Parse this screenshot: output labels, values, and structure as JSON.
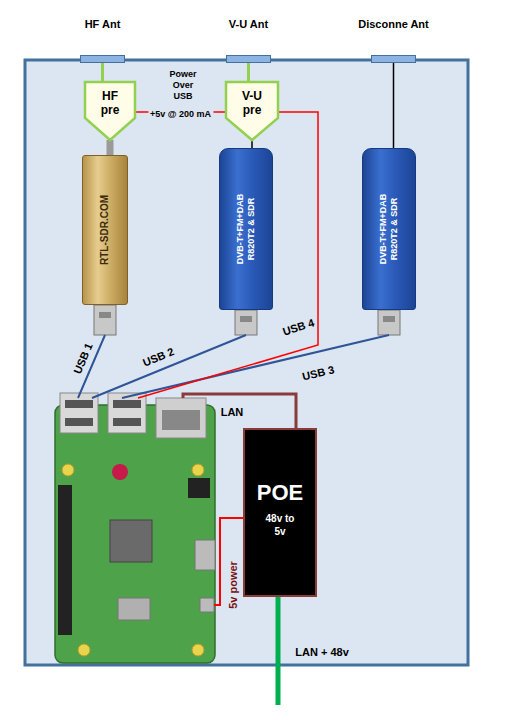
{
  "diagram": {
    "nodes": [
      {
        "text": [
          "HF Ant"
        ]
      },
      {
        "text": [
          "V-U Ant"
        ]
      },
      {
        "text": [
          "Disconne Ant"
        ]
      },
      {
        "text": [
          "HF pre"
        ]
      },
      {
        "text": [
          "V-U pre"
        ]
      },
      {
        "text": [
          "RTL-SDR.COM"
        ]
      },
      {
        "text": [
          "DVB-T+FM+DAB",
          "R820T2 & SDR"
        ]
      },
      {
        "text": [
          "DVB-T+FM+DAB",
          "R820T2 & SDR"
        ]
      },
      {
        "text": [
          "POE",
          "48v to 5v"
        ]
      }
    ],
    "edges": [
      {
        "from": 0,
        "to": 3,
        "arrow": "none"
      },
      {
        "from": 1,
        "to": 4,
        "arrow": "none"
      },
      {
        "from": 2,
        "to": 7,
        "arrow": "none"
      },
      {
        "from": 3,
        "to": 5,
        "arrow": "none"
      },
      {
        "from": 4,
        "to": 6,
        "arrow": "none"
      },
      {
        "from": 4,
        "to": 3,
        "label": "+5v @ 200 mA",
        "arrow": "none"
      }
    ],
    "labels": [
      "Power Over USB",
      "USB 1",
      "USB 2",
      "USB 3",
      "USB 4",
      "LAN",
      "5v power",
      "LAN + 48v"
    ]
  }
}
